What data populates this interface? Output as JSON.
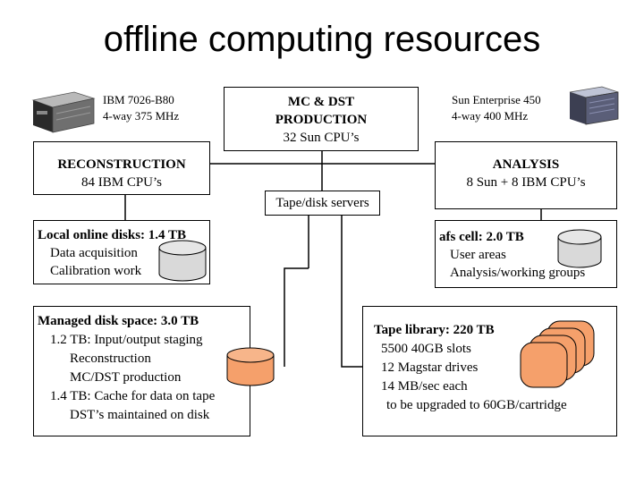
{
  "title": "offline computing resources",
  "ibm_server": {
    "line1": "IBM 7026-B80",
    "line2": "4-way 375 MHz",
    "icon": "server-icon"
  },
  "sun_server": {
    "line1": "Sun Enterprise 450",
    "line2": "4-way 400 MHz",
    "icon": "server-icon"
  },
  "mc_dst": {
    "line1": "MC & DST",
    "line2": "PRODUCTION",
    "line3": "32 Sun CPU’s"
  },
  "reconstruction": {
    "line1": "RECONSTRUCTION",
    "line2": "84 IBM CPU’s"
  },
  "analysis": {
    "line1": "ANALYSIS",
    "line2": "8 Sun + 8 IBM CPU’s"
  },
  "tape_disk": {
    "label": "Tape/disk servers"
  },
  "local_disks": {
    "title": "Local online disks: 1.4 TB",
    "items": [
      "Data acquisition",
      "Calibration work"
    ]
  },
  "afs": {
    "title": "afs cell: 2.0 TB",
    "items": [
      "User areas",
      "Analysis/working groups"
    ]
  },
  "managed": {
    "title": "Managed disk space: 3.0 TB",
    "items": [
      "1.2 TB: Input/output staging",
      "Reconstruction",
      "MC/DST production",
      "1.4 TB: Cache for data on tape",
      "DST’s maintained on disk"
    ]
  },
  "tape_library": {
    "title": "Tape library: 220 TB",
    "items": [
      "5500 40GB slots",
      "12 Magstar drives",
      "14 MB/sec each",
      "to be upgraded to 60GB/cartridge"
    ]
  },
  "colors": {
    "disk_gray": "#d9d9d9",
    "disk_orange": "#f5a06b",
    "tape_orange": "#f5a06b",
    "line": "#000000"
  }
}
